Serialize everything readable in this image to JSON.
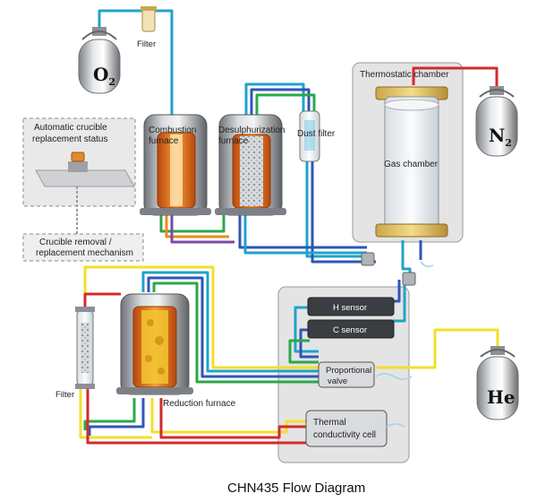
{
  "title": "CHN435 Flow Diagram",
  "cylinders": {
    "o2": {
      "formula": "O",
      "sub": "2"
    },
    "n2": {
      "formula": "N",
      "sub": "2"
    },
    "he": {
      "formula": "He"
    }
  },
  "labels": {
    "filter_top": "Filter",
    "crucible_status_line1": "Automatic crucible",
    "crucible_status_line2": "replacement status",
    "combustion_line1": "Combustion",
    "combustion_line2": "furnace",
    "desulph_line1": "Desulphurization",
    "desulph_line2": "furnace",
    "dust_filter": "Dust filter",
    "thermostatic_chamber": "Thermostatic chamber",
    "gas_chamber": "Gas chamber",
    "crucible_mech_line1": "Crucible removal /",
    "crucible_mech_line2": "replacement mechanism",
    "h_sensor": "H sensor",
    "c_sensor": "C sensor",
    "proportional_line1": "Proportional",
    "proportional_line2": "valve",
    "filter_left": "Filter",
    "reduction_furnace": "Reduction furnace",
    "thermal_line1": "Thermal",
    "thermal_line2": "conductivity cell"
  },
  "colors": {
    "cyan": "#1fa3c9",
    "blue": "#2f55b8",
    "green": "#2aa84a",
    "yellow": "#f2df2a",
    "red": "#d42a2a",
    "orange": "#f08a1c",
    "purple": "#7a4aa6",
    "lightblue": "#6ec6e6"
  }
}
